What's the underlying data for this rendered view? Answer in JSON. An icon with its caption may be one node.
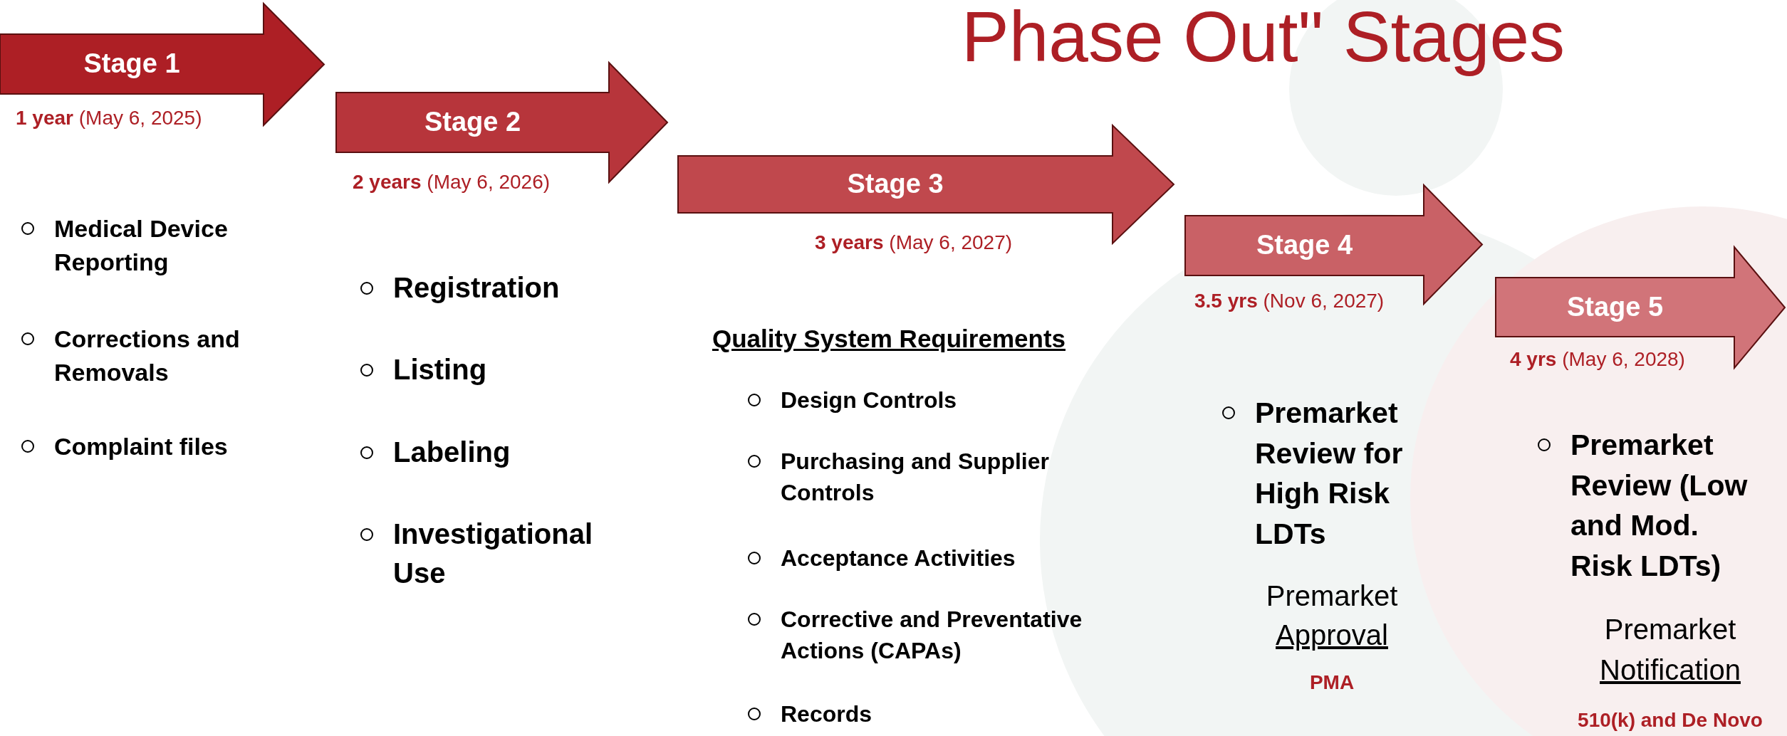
{
  "diagram": {
    "title": "Phase Out\" Stages",
    "nodes": [
      {
        "text": [
          "Stage 1"
        ],
        "beside": [
          "**1 year** (May 6, 2025)"
        ]
      },
      {
        "text": [
          "Stage 2"
        ],
        "beside": [
          "**2 years** (May 6, 2026)"
        ]
      },
      {
        "text": [
          "Stage 3"
        ],
        "beside": [
          "**3 years** (May 6, 2027)"
        ]
      },
      {
        "text": [
          "Stage 4"
        ],
        "beside": [
          "**3.5 yrs** (Nov 6, 2027)"
        ]
      },
      {
        "text": [
          "Stage 5"
        ],
        "beside": [
          "**4 yrs** (May 6, 2028)"
        ]
      }
    ],
    "labels": [
      "Medical Device Reporting",
      "Corrections and Removals",
      "Complaint files",
      "Registration",
      "Listing",
      "Labeling",
      "Investigational Use",
      "Quality System Requirements",
      "Design Controls",
      "Purchasing and Supplier Controls",
      "Acceptance Activities",
      "Corrective and Preventative Actions (CAPAs)",
      "Records",
      "Premarket Review for High Risk LDTs",
      "Premarket",
      "Approval",
      "PMA",
      "Premarket Review (Low and Mod. Risk LDTs)",
      "Premarket",
      "Notification",
      "510(k) and De Novo"
    ]
  }
}
